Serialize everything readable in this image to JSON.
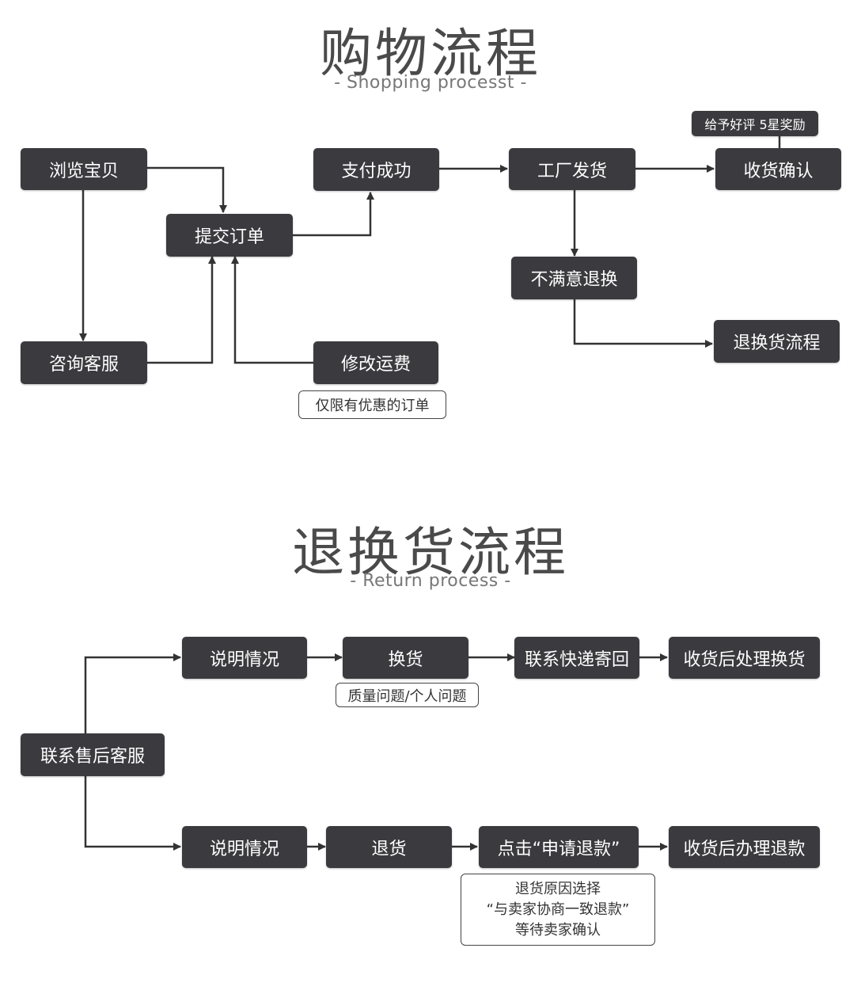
{
  "shopping": {
    "title": "购物流程",
    "subtitle": "- Shopping processt -",
    "nodes": {
      "browse": "浏览宝贝",
      "consult": "咨询客服",
      "submit_order": "提交订单",
      "pay_success": "支付成功",
      "factory_ship": "工厂发货",
      "confirm_receipt": "收货确认",
      "rating_reward": "给予好评 5星奖励",
      "unsatisfied_return": "不满意退换",
      "return_flow": "退换货流程",
      "modify_shipping": "修改运费"
    },
    "notes": {
      "discount_only": "仅限有优惠的订单"
    }
  },
  "returns": {
    "title": "退换货流程",
    "subtitle": "- Return process -",
    "nodes": {
      "contact_aftersales": "联系售后客服",
      "explain_top": "说明情况",
      "exchange": "换货",
      "contact_courier": "联系快递寄回",
      "process_exchange": "收货后处理换货",
      "explain_bottom": "说明情况",
      "return_goods": "退货",
      "apply_refund": "点击“申请退款”",
      "process_refund": "收货后办理退款"
    },
    "notes": {
      "exchange_reason": "质量问题/个人问题",
      "refund_line1": "退货原因选择",
      "refund_line2": "“与卖家协商一致退款”",
      "refund_line3": "等待卖家确认"
    }
  }
}
